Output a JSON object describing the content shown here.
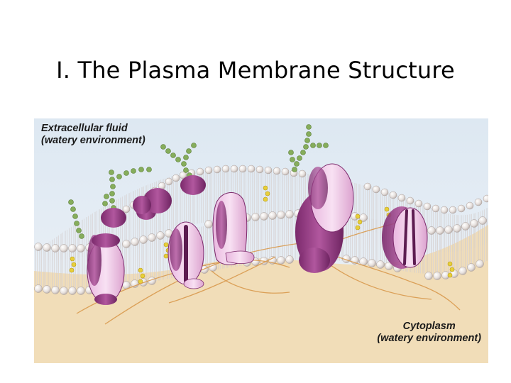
{
  "slide": {
    "title": "I.  The Plasma Membrane Structure"
  },
  "figure": {
    "labels": {
      "extracellular_line1": "Extracellular fluid",
      "extracellular_line2": "(watery environment)",
      "cytoplasm_line1": "Cytoplasm",
      "cytoplasm_line2": "(watery environment)"
    },
    "colors": {
      "extracellular_fluid": "#dfe9f3",
      "cytoplasm": "#f1ddb8",
      "protein": "#9a3f86",
      "protein_light": "#efc3e6",
      "phospholipid_head": "#e6e0dc",
      "cholesterol": "#e8cf3a",
      "carbohydrate_chain": "#86ad5c",
      "cytoskeleton_filament": "#d99a4e"
    }
  }
}
